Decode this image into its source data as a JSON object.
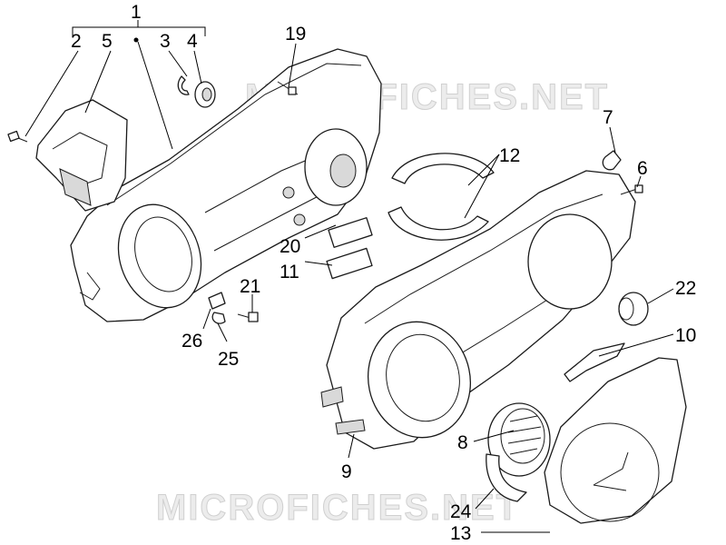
{
  "watermark": "MICROFICHES.NET",
  "callouts": {
    "c1": "1",
    "c2": "2",
    "c3": "3",
    "c4": "4",
    "c5": "5",
    "c6": "6",
    "c7": "7",
    "c8": "8",
    "c9": "9",
    "c10": "10",
    "c11": "11",
    "c12": "12",
    "c13": "13",
    "c19": "19",
    "c20": "20",
    "c21": "21",
    "c22": "22",
    "c24": "24",
    "c25": "25",
    "c26": "26"
  },
  "colors": {
    "line": "#1a1a1a",
    "watermark": "#d0d0d0",
    "background": "#ffffff"
  }
}
